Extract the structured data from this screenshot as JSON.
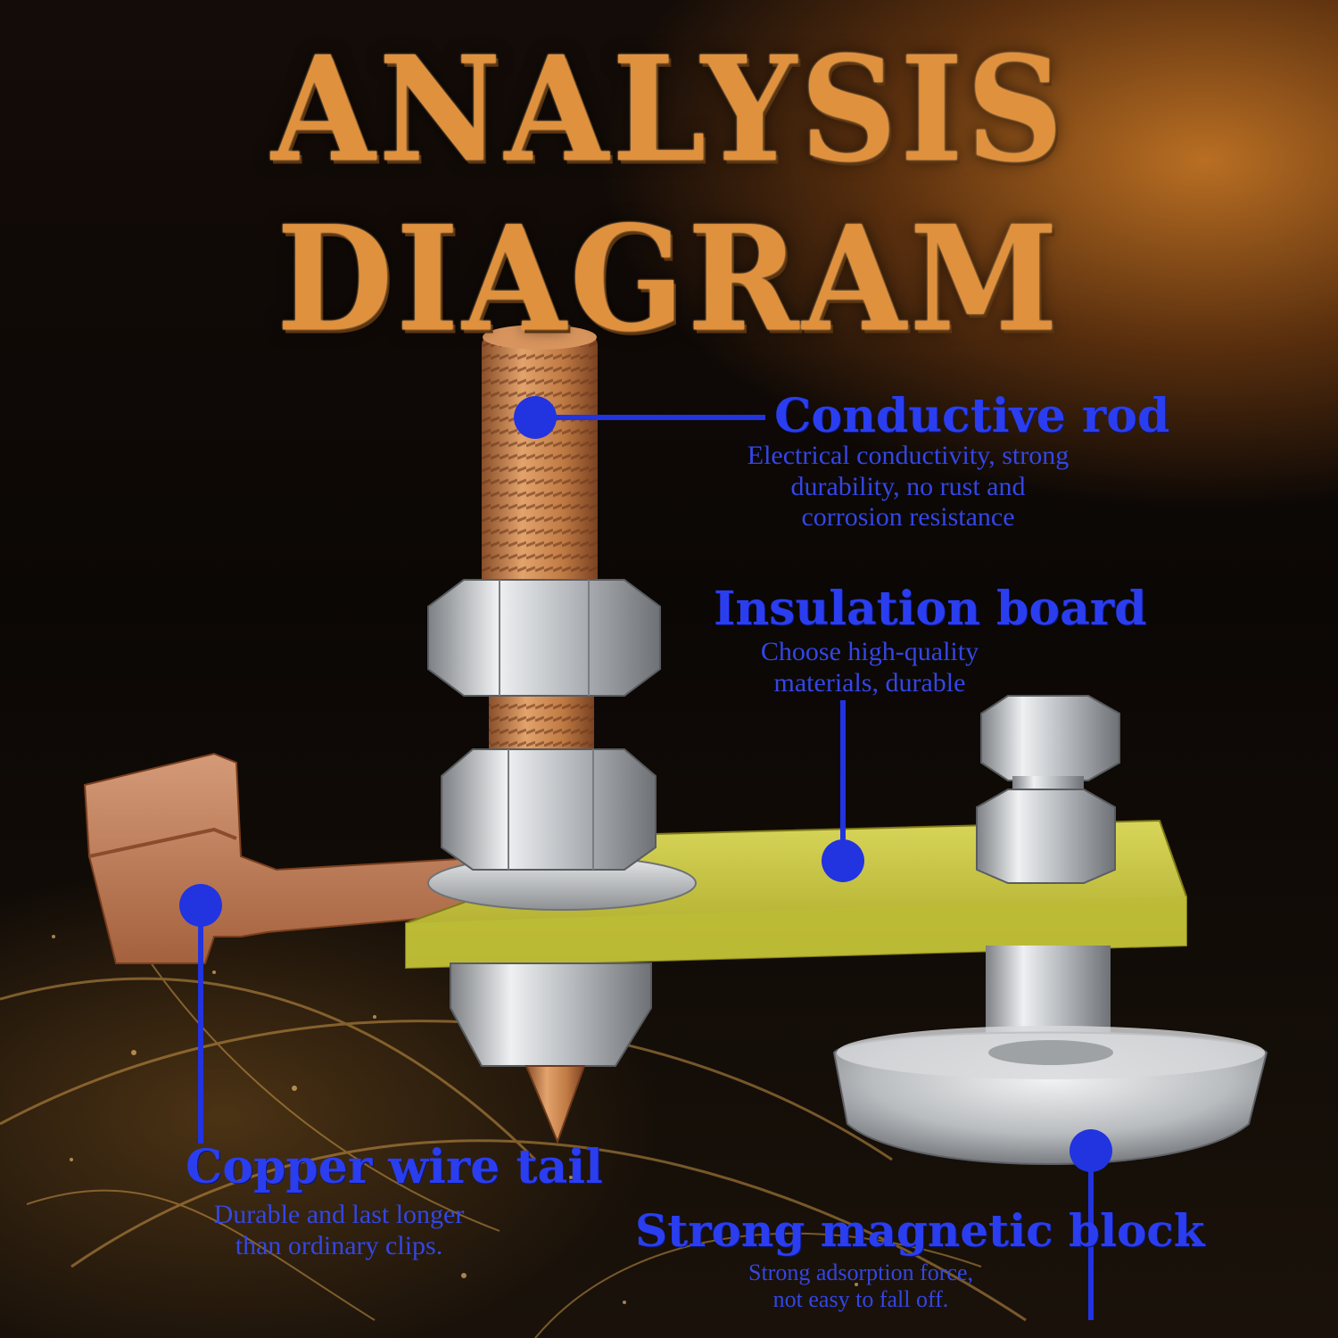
{
  "title": "ANALYSIS DIAGRAM",
  "callouts": {
    "conductive_rod": {
      "heading": "Conductive rod",
      "description": "Electrical conductivity, strong\ndurability, no rust and\ncorrosion resistance"
    },
    "insulation_board": {
      "heading": "Insulation board",
      "description": "Choose high-quality\nmaterials, durable"
    },
    "copper_wire_tail": {
      "heading": "Copper wire tail",
      "description": "Durable and last longer\nthan ordinary clips."
    },
    "magnetic_block": {
      "heading": "Strong magnetic block",
      "description": "Strong adsorption force,\nnot easy to fall off."
    }
  },
  "colors": {
    "title": "#e0913e",
    "callout": "#2a3ef0",
    "copper": "#c9834f",
    "insulation": "#c9c43a",
    "steel": "#c7c9cc"
  }
}
